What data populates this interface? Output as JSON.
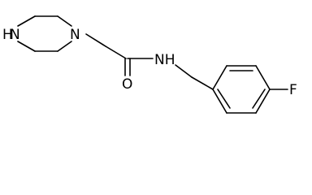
{
  "molecule": {
    "atoms": {
      "piperazine_nh": "H",
      "piperazine_nh_n": "N",
      "piperazine_n": "N",
      "carbonyl_o": "O",
      "amide_nh": "NH",
      "fluorine": "F"
    }
  }
}
